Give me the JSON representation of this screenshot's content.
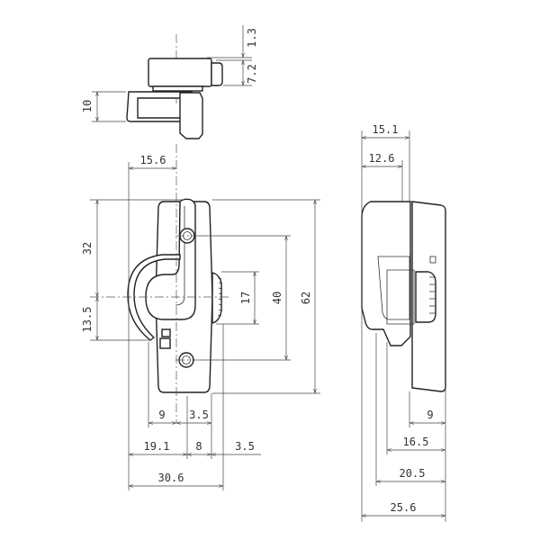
{
  "drawing": {
    "top_view": {
      "dims": {
        "gap": "1.3",
        "knob_height": "7.2",
        "bracket_height": "10"
      }
    },
    "front_view": {
      "dims": {
        "center_offset": "15.6",
        "upper_height": "32",
        "lower_height": "13.5",
        "knob_length": "17",
        "hole_pitch": "40",
        "total_height": "62",
        "hook_width": "9",
        "body_half": "3.5",
        "left_width": "19.1",
        "middle_width": "8",
        "knob_width": "3.5",
        "total_width": "30.6"
      }
    },
    "side_view": {
      "dims": {
        "top_width": "15.1",
        "inner_width": "12.6",
        "base_depth": "9",
        "depth_a": "16.5",
        "depth_b": "20.5",
        "total_depth": "25.6"
      }
    }
  }
}
